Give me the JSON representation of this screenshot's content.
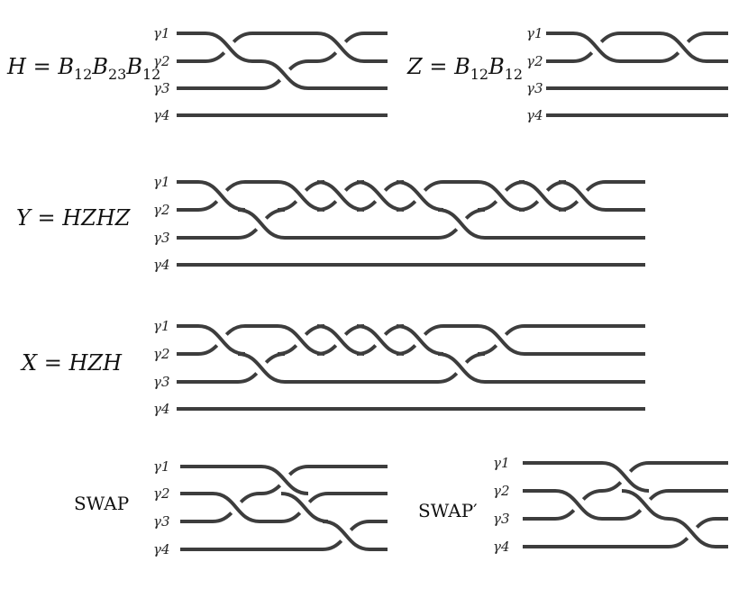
{
  "wire_labels": [
    "γ1",
    "γ2",
    "γ3",
    "γ4"
  ],
  "strand_color": "#3d3d3d",
  "diagrams": [
    {
      "name": "H",
      "equation": {
        "lhs": "H",
        "rhs": [
          [
            "B",
            "12"
          ],
          [
            "B",
            "23"
          ],
          [
            "B",
            "12"
          ]
        ]
      },
      "braids": [
        "B12",
        "B23",
        "B12"
      ]
    },
    {
      "name": "Z",
      "equation": {
        "lhs": "Z",
        "rhs": [
          [
            "B",
            "12"
          ],
          [
            "B",
            "12"
          ]
        ]
      },
      "braids": [
        "B12",
        "B12"
      ]
    },
    {
      "name": "Y",
      "equation": {
        "lhs": "Y",
        "rhs_text": "HZHZ"
      },
      "braids": [
        "B12",
        "B23",
        "B12",
        "B12",
        "B12",
        "B12",
        "B23",
        "B12",
        "B12",
        "B12"
      ]
    },
    {
      "name": "X",
      "equation": {
        "lhs": "X",
        "rhs_text": "HZH"
      },
      "braids": [
        "B12",
        "B23",
        "B12",
        "B12",
        "B12",
        "B12",
        "B23",
        "B12"
      ]
    },
    {
      "name": "SWAP",
      "label": "SWAP",
      "braids": [
        "B23",
        "B12",
        "B34",
        "B23"
      ]
    },
    {
      "name": "SWAP-prime",
      "label": "SWAP′",
      "braids": [
        "B23",
        "B12",
        "B34",
        "B23"
      ]
    }
  ]
}
